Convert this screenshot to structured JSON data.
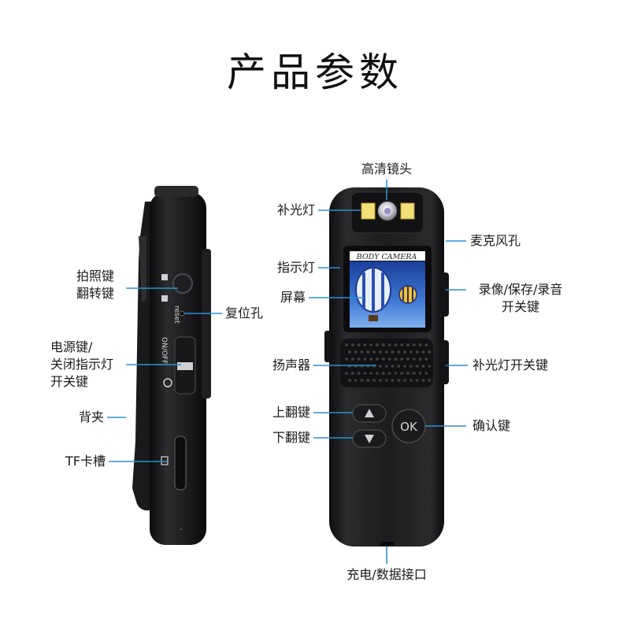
{
  "title": "产品参数",
  "screen_text": "BODY CAMERA",
  "ok_label": "OK",
  "side_marks": {
    "reset": "reset",
    "on_off": "ON/OFF"
  },
  "labels": {
    "lens": "高清镜头",
    "fill_light": "补光灯",
    "mic": "麦克风孔",
    "indicator": "指示灯",
    "record": [
      "录像/保存/录音",
      "开关键"
    ],
    "screen": "屏幕",
    "speaker": "扬声器",
    "fill_light_switch": "补光灯开关键",
    "up": "上翻键",
    "down": "下翻键",
    "confirm": "确认键",
    "charge": "充电/数据接口",
    "photo": [
      "拍照键",
      "翻转键"
    ],
    "reset_hole": "复位孔",
    "power": [
      "电源键/",
      "关闭指示灯",
      "开关键"
    ],
    "clip": "背夹",
    "tf": "TF卡槽"
  },
  "colors": {
    "leader": "#2a8fd6",
    "body": "#1c1c1e",
    "body_edge": "#3a3a3c",
    "lamp": "#f4e07a"
  }
}
